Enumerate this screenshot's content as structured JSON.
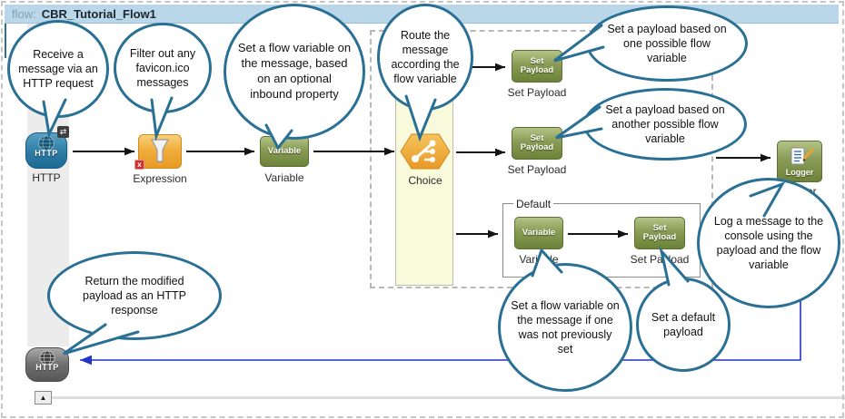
{
  "window": {
    "header_prefix": "flow:",
    "header_title": "CBR_Tutorial_Flow1",
    "collapse_button": "▲"
  },
  "flow": {
    "components": {
      "http_inbound": {
        "icon_text": "HTTP",
        "label": "HTTP",
        "badge": "⇄"
      },
      "expression": {
        "label": "Expression",
        "badge": "x"
      },
      "variable": {
        "icon_text": "Variable",
        "label": "Variable"
      },
      "choice": {
        "label": "Choice"
      },
      "set_payload_one": {
        "icon_text": "Set Payload",
        "label": "Set Payload"
      },
      "set_payload_two": {
        "icon_text": "Set Payload",
        "label": "Set Payload"
      },
      "default_scope": {
        "label": "Default"
      },
      "variable_default": {
        "icon_text": "Variable",
        "label": "Variable"
      },
      "set_payload_default": {
        "icon_text": "Set Payload",
        "label": "Set Payload"
      },
      "logger": {
        "icon_text": "Logger",
        "label": "Logger"
      },
      "http_outbound": {
        "icon_text": "HTTP"
      }
    },
    "callouts": [
      {
        "id": "receive",
        "text": "Receive a message via an HTTP request"
      },
      {
        "id": "filter",
        "text": "Filter out any favicon.ico messages"
      },
      {
        "id": "set-flow-variable",
        "text": "Set a flow variable on the message, based on an optional inbound property"
      },
      {
        "id": "route",
        "text": "Route the message according the flow variable"
      },
      {
        "id": "payload-one",
        "text": "Set a payload based on one possible flow variable"
      },
      {
        "id": "payload-another",
        "text": "Set a payload based on another possible flow variable"
      },
      {
        "id": "log-message",
        "text": "Log a message to the console using the payload and the flow variable"
      },
      {
        "id": "default-variable",
        "text": "Set a flow variable on the message if one was not previously set"
      },
      {
        "id": "default-payload",
        "text": "Set a default payload"
      },
      {
        "id": "response",
        "text": "Return the modified payload as an HTTP response"
      }
    ],
    "colors": {
      "callout_border": "#2A7094",
      "header_bg": "#B9D7E8",
      "component_green": "#7E9344",
      "component_orange": "#F0A833",
      "http_blue": "#2D7BA4",
      "http_gray": "#6F6F6F",
      "choice_lane": "#F9F9DC",
      "return_line_blue": "#2433C8"
    }
  }
}
